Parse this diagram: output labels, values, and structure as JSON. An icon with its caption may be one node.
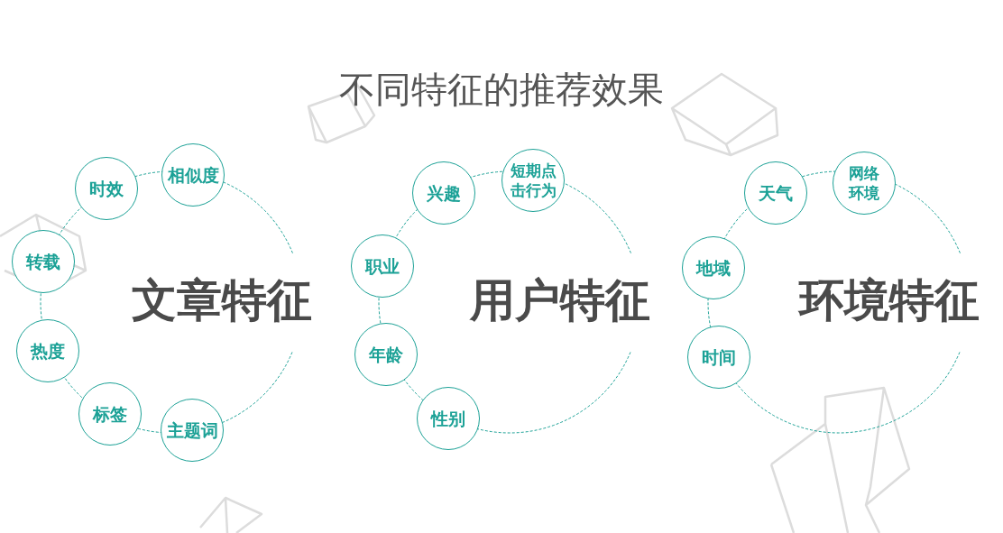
{
  "diagram": {
    "title": "不同特征的推荐效果",
    "nodes": [
      {
        "text": [
          "文章特征"
        ]
      },
      {
        "text": [
          "时效"
        ]
      },
      {
        "text": [
          "相似度"
        ]
      },
      {
        "text": [
          "转载"
        ]
      },
      {
        "text": [
          "热度"
        ]
      },
      {
        "text": [
          "标签"
        ]
      },
      {
        "text": [
          "主题词"
        ]
      },
      {
        "text": [
          "用户特征"
        ]
      },
      {
        "text": [
          "兴趣"
        ]
      },
      {
        "text": [
          "短期点击行为"
        ]
      },
      {
        "text": [
          "职业"
        ]
      },
      {
        "text": [
          "年龄"
        ]
      },
      {
        "text": [
          "性别"
        ]
      },
      {
        "text": [
          "环境特征"
        ]
      },
      {
        "text": [
          "天气"
        ]
      },
      {
        "text": [
          "网络环境"
        ]
      },
      {
        "text": [
          "地域"
        ]
      },
      {
        "text": [
          "时间"
        ]
      }
    ]
  }
}
